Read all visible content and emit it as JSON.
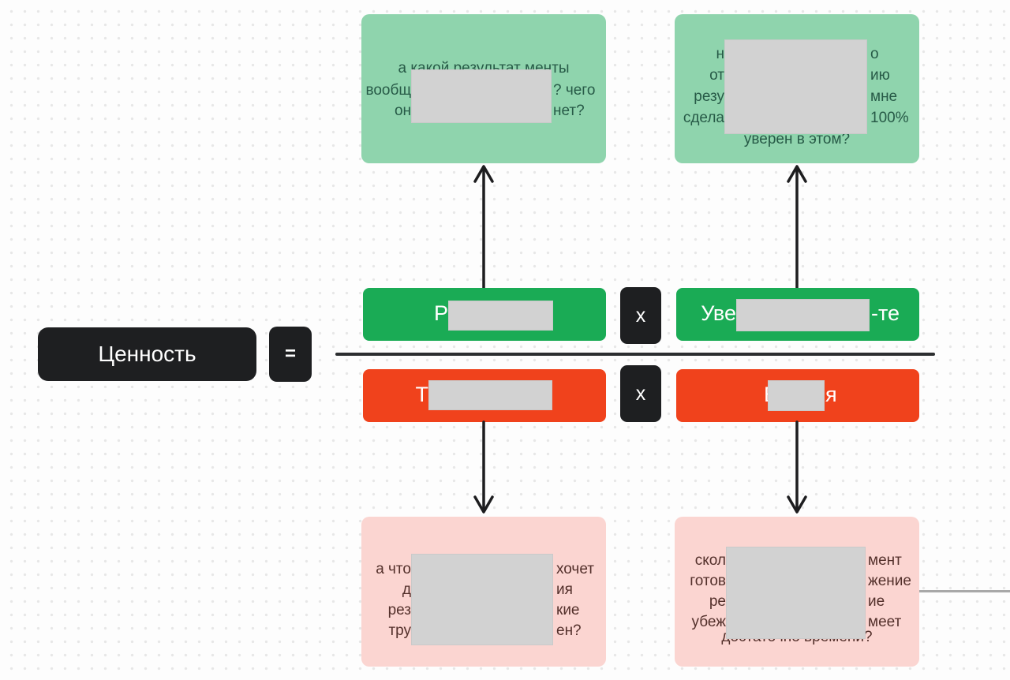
{
  "canvas": {
    "background": "#fdfdfd",
    "dot_color": "#e7e7e7"
  },
  "colors": {
    "mint_note": "#8fd4ad",
    "pink_note": "#fbd5d1",
    "green_term": "#1aab55",
    "red_term": "#f0421c",
    "black_box": "#1e1f21",
    "redaction_gray": "#d2d2d2",
    "mint_text": "#275a47",
    "pink_text": "#53302b",
    "arrow": "#1d1d1f",
    "connector_gray": "#a8a8a8"
  },
  "formula": {
    "value_label": "Ценность",
    "equals": "=",
    "multiply": "х",
    "numerator_left_start": "Р",
    "numerator_right_start": "Уве",
    "numerator_right_end": "-те",
    "denominator_left_start": "Т",
    "denominator_right_start": "В",
    "denominator_right_end": "я"
  },
  "notes": {
    "top_left": {
      "l1": "а какой результат менты",
      "l2a": "вообщ",
      "l2b": "? чего",
      "l3a": "он",
      "l3b": "нет?"
    },
    "top_right": {
      "l1a": "н",
      "l1b": "о",
      "l2a": "от",
      "l2b": "ию",
      "l3a": "резу",
      "l3b": "мне",
      "l4a": "сдела",
      "l4b": "100%",
      "l5": "уверен в этом?"
    },
    "bottom_left": {
      "l1a": "а что",
      "l1b": "хочет",
      "l2a": "д",
      "l2b": "ия",
      "l3a": "рез",
      "l3b": "кие",
      "l4a": "тру",
      "l4b": "ен?"
    },
    "bottom_right": {
      "l1a": "скол",
      "l1b": "мент",
      "l2a": "готов",
      "l2b": "жение",
      "l3a": "ре",
      "l3b": "ие",
      "l4a": "убеж",
      "l4b": "меет",
      "l5": "достаточно времени?"
    }
  }
}
